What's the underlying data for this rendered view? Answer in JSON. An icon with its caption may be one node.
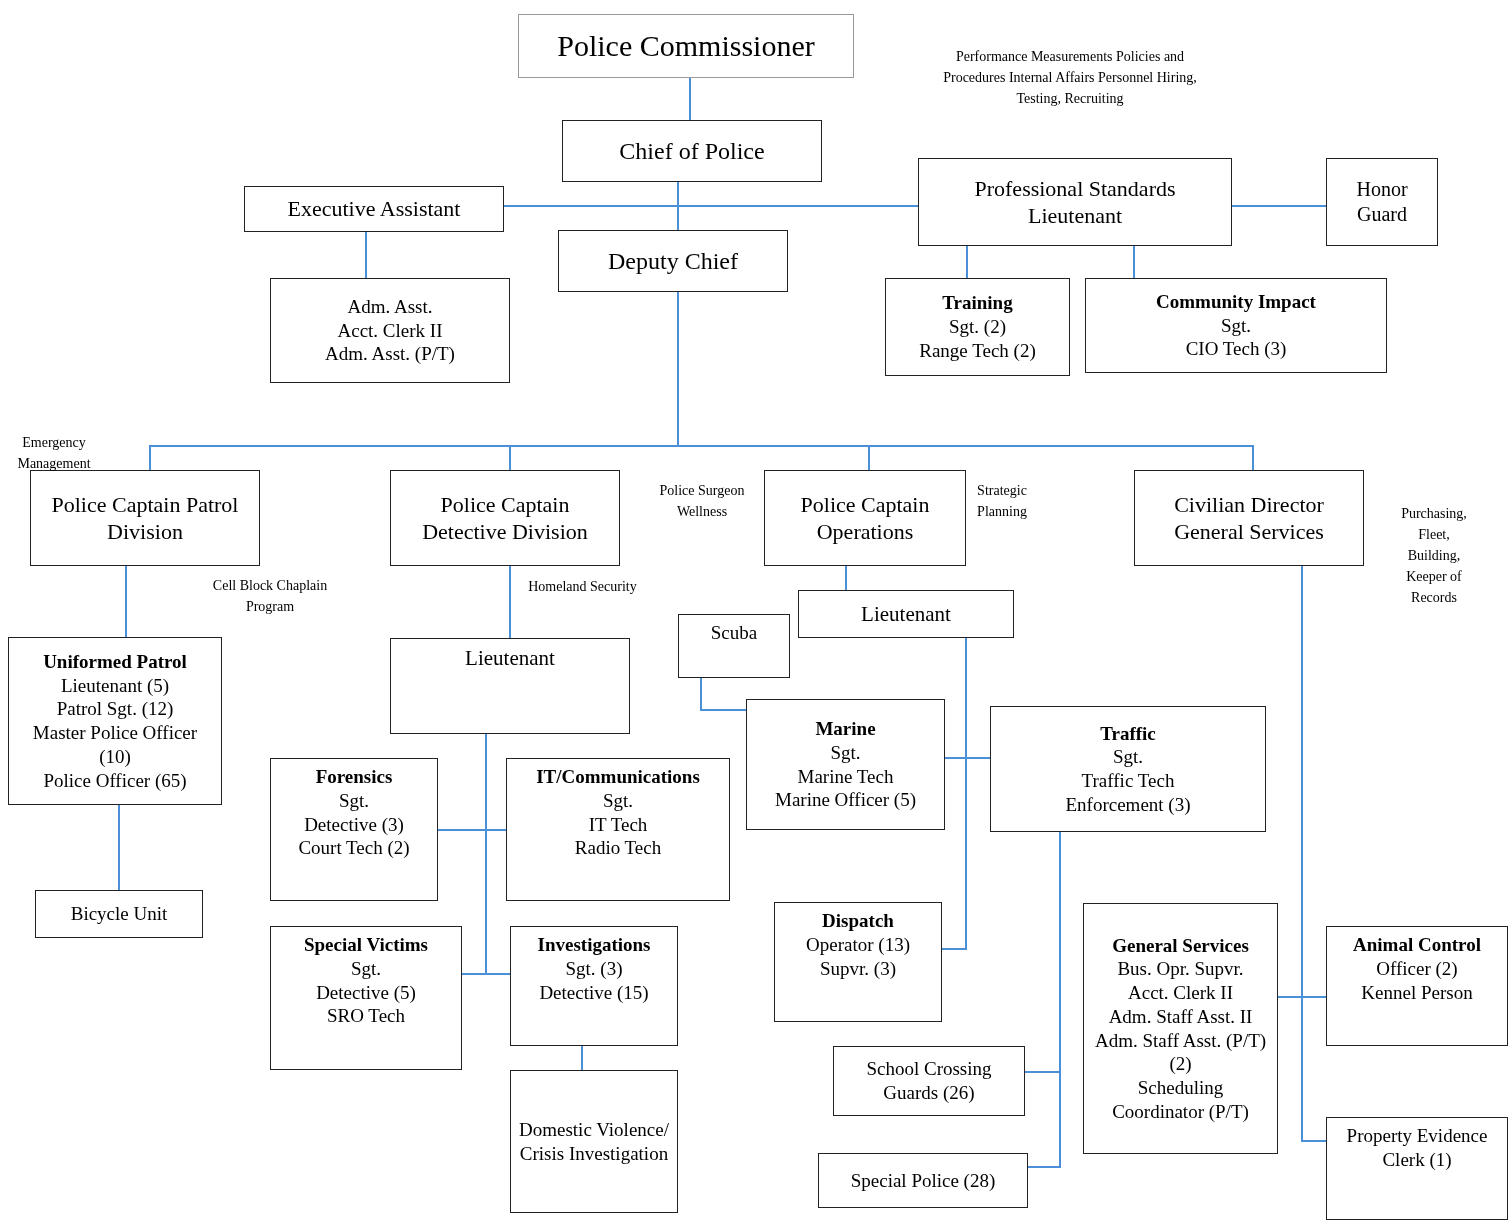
{
  "diagram": {
    "nodes": [
      {
        "text": [
          "Police Commissioner"
        ]
      },
      {
        "text": [
          "Chief of Police"
        ]
      },
      {
        "text": [
          "Executive Assistant"
        ]
      },
      {
        "text": [
          "Professional Standards Lieutenant"
        ],
        "beside": [
          "Performance Measurements Policies and Procedures Internal Affairs Personnel Hiring, Testing, Recruiting"
        ]
      },
      {
        "text": [
          "Honor Guard"
        ]
      },
      {
        "text": [
          "Deputy Chief"
        ]
      },
      {
        "text": [
          "Adm. Asst.",
          "Acct. Clerk II",
          "Adm. Asst. (P/T)"
        ]
      },
      {
        "text": [
          "Training",
          "Sgt. (2)",
          "Range Tech (2)"
        ]
      },
      {
        "text": [
          "Community Impact",
          "Sgt.",
          "CIO Tech (3)"
        ]
      },
      {
        "text": [
          "Police Captain Patrol Division"
        ],
        "beside": [
          "Emergency Management",
          "Cell Block Chaplain Program"
        ]
      },
      {
        "text": [
          "Police Captain Detective Division"
        ],
        "beside": [
          "Homeland Security"
        ]
      },
      {
        "text": [
          "Police Captain Operations"
        ],
        "beside": [
          "Strategic Planning"
        ]
      },
      {
        "text": [
          "Civilian Director General Services"
        ],
        "beside": [
          "Purchasing, Fleet, Building, Keeper of Records"
        ]
      },
      {
        "text": [
          "Uniformed Patrol",
          "Lieutenant (5)",
          "Patrol Sgt. (12)",
          "Master Police Officer (10)",
          "Police Officer (65)"
        ]
      },
      {
        "text": [
          "Lieutenant"
        ]
      },
      {
        "text": [
          "Scuba"
        ]
      },
      {
        "text": [
          "Lieutenant"
        ]
      },
      {
        "text": [
          "Marine",
          "Sgt.",
          "Marine Tech",
          "Marine Officer (5)"
        ]
      },
      {
        "text": [
          "Traffic",
          "Sgt.",
          "Traffic Tech",
          "Enforcement (3)"
        ]
      },
      {
        "text": [
          "Forensics",
          "Sgt.",
          "Detective (3)",
          "Court Tech (2)"
        ]
      },
      {
        "text": [
          "IT/Communications",
          "Sgt.",
          "IT Tech",
          "Radio Tech"
        ]
      },
      {
        "text": [
          "Bicycle Unit"
        ]
      },
      {
        "text": [
          "Dispatch",
          "Operator (13)",
          "Supvr. (3)"
        ]
      },
      {
        "text": [
          "General Services",
          "Bus. Opr. Supvr.",
          "Acct. Clerk II",
          "Adm. Staff Asst. II",
          "Adm. Staff Asst. (P/T) (2)",
          "Scheduling Coordinator (P/T)"
        ]
      },
      {
        "text": [
          "Special Victims",
          "Sgt.",
          "Detective (5)",
          "SRO Tech"
        ]
      },
      {
        "text": [
          "Investigations",
          "Sgt. (3)",
          "Detective (15)"
        ]
      },
      {
        "text": [
          "Animal Control",
          "Officer (2)",
          "Kennel Person"
        ]
      },
      {
        "text": [
          "School Crossing Guards (26)"
        ]
      },
      {
        "text": [
          "Domestic Violence/ Crisis Investigation"
        ]
      },
      {
        "text": [
          "Special Police (28)"
        ]
      },
      {
        "text": [
          "Property Evidence Clerk (1)"
        ]
      }
    ],
    "edges": [
      {
        "from": 0,
        "to": 1,
        "arrow": "none"
      },
      {
        "from": 1,
        "to": 5,
        "arrow": "none"
      },
      {
        "from": 1,
        "to": 2,
        "arrow": "none"
      },
      {
        "from": 1,
        "to": 3,
        "arrow": "none"
      },
      {
        "from": 2,
        "to": 6,
        "arrow": "none"
      },
      {
        "from": 3,
        "to": 4,
        "arrow": "none"
      },
      {
        "from": 3,
        "to": 7,
        "arrow": "none"
      },
      {
        "from": 3,
        "to": 8,
        "arrow": "none"
      },
      {
        "from": 5,
        "to": 9,
        "arrow": "none"
      },
      {
        "from": 5,
        "to": 10,
        "arrow": "none"
      },
      {
        "from": 5,
        "to": 11,
        "arrow": "none"
      },
      {
        "from": 5,
        "to": 12,
        "arrow": "none"
      },
      {
        "from": 9,
        "to": 13,
        "arrow": "none"
      },
      {
        "from": 13,
        "to": 21,
        "arrow": "none"
      },
      {
        "from": 10,
        "to": 14,
        "arrow": "none"
      },
      {
        "from": 14,
        "to": 19,
        "arrow": "none"
      },
      {
        "from": 14,
        "to": 20,
        "arrow": "none"
      },
      {
        "from": 14,
        "to": 24,
        "arrow": "none"
      },
      {
        "from": 14,
        "to": 25,
        "arrow": "none"
      },
      {
        "from": 25,
        "to": 28,
        "arrow": "none"
      },
      {
        "from": 11,
        "to": 16,
        "arrow": "none"
      },
      {
        "from": 16,
        "to": 17,
        "arrow": "none"
      },
      {
        "from": 16,
        "to": 18,
        "arrow": "none"
      },
      {
        "from": 16,
        "to": 22,
        "arrow": "none"
      },
      {
        "from": 17,
        "to": 15,
        "arrow": "none"
      },
      {
        "from": 18,
        "to": 27,
        "arrow": "none"
      },
      {
        "from": 18,
        "to": 29,
        "arrow": "none"
      },
      {
        "from": 12,
        "to": 23,
        "arrow": "none"
      },
      {
        "from": 12,
        "to": 26,
        "arrow": "none"
      },
      {
        "from": 12,
        "to": 30,
        "arrow": "none"
      }
    ],
    "labels": [
      "Police Surgeon Wellness"
    ]
  }
}
